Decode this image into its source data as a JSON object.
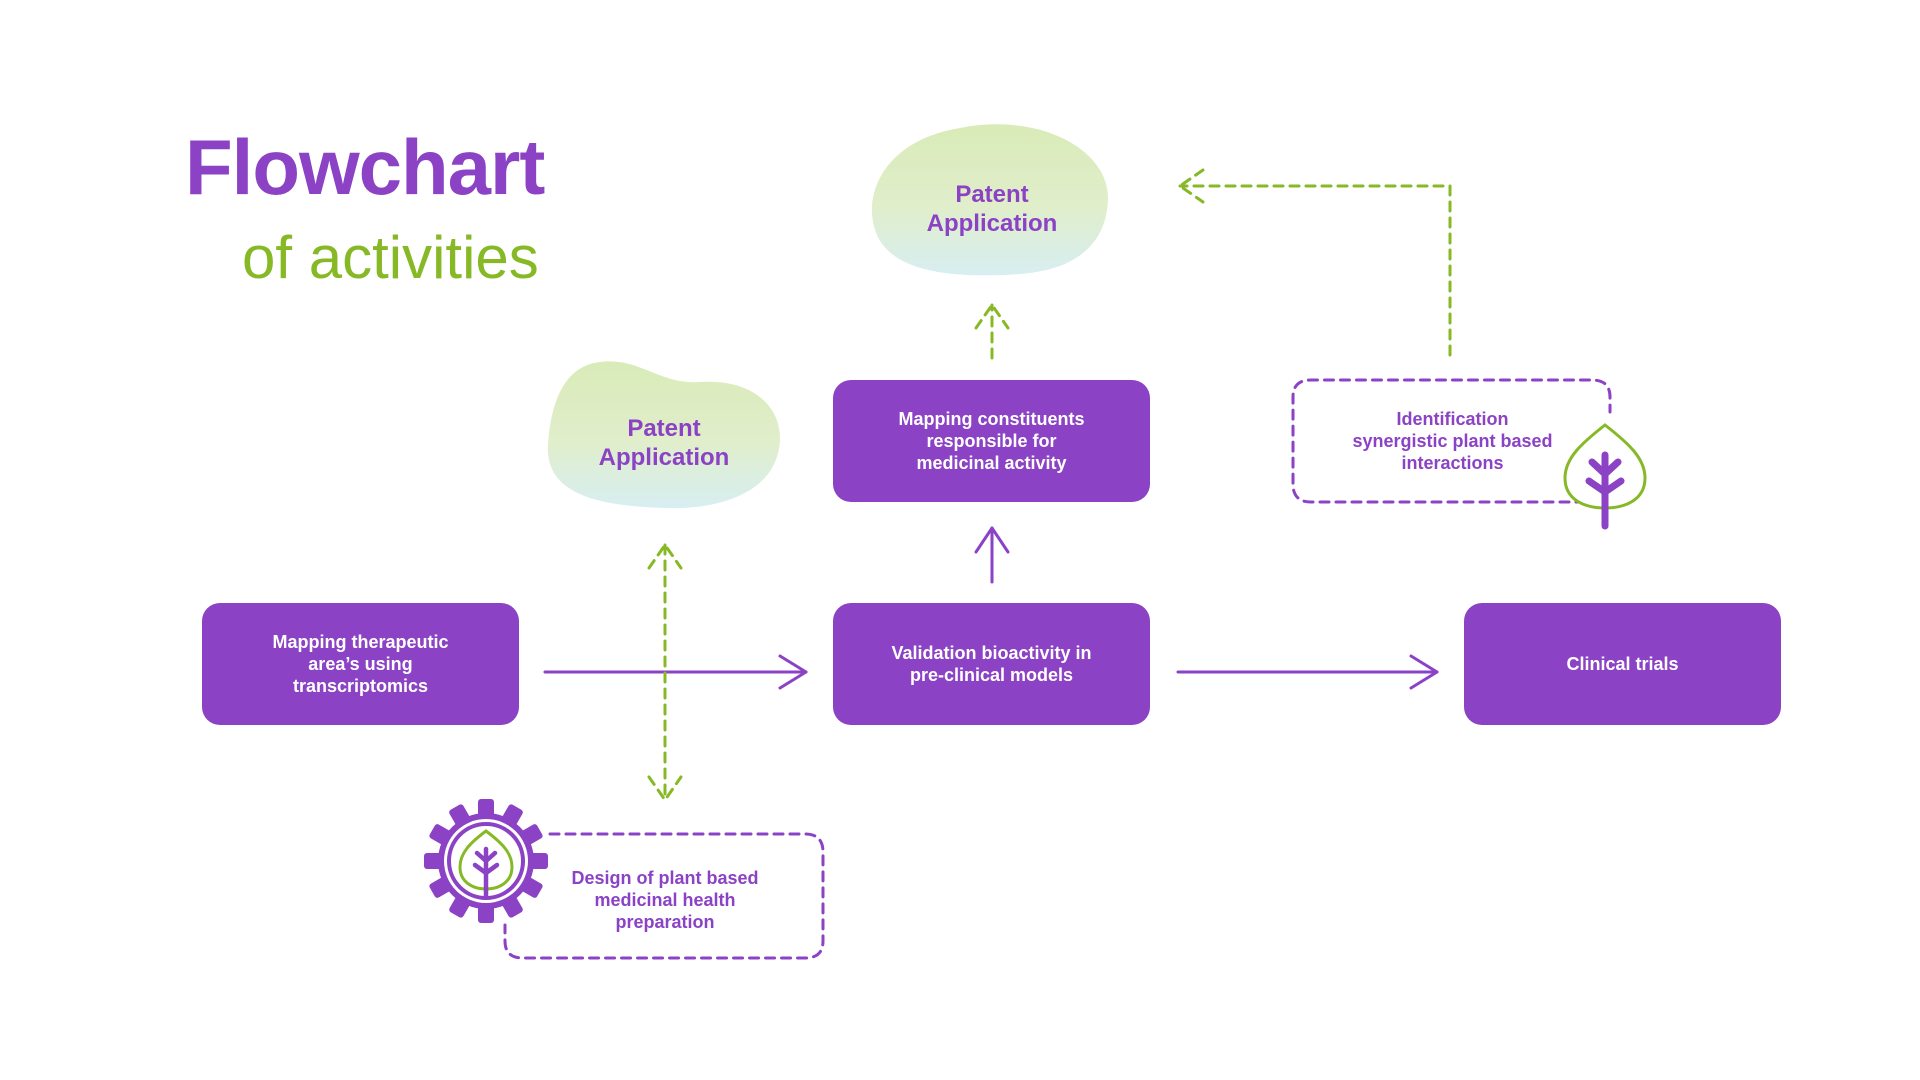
{
  "title": {
    "main": "Flowchart",
    "sub": "of activities"
  },
  "colors": {
    "purple": "#8b42c5",
    "green": "#86b925",
    "white": "#ffffff"
  },
  "boxes": {
    "mapping_therapeutic": "Mapping therapeutic\narea’s using\ntranscriptomics",
    "validation": "Validation bioactivity in\npre-clinical models",
    "clinical_trials": "Clinical trials",
    "mapping_constituents": "Mapping constituents\nresponsible for\nmedicinal activity"
  },
  "dashed_boxes": {
    "identification": "Identification\nsynergistic plant based\ninteractions",
    "design": "Design of plant based\nmedicinal health\npreparation"
  },
  "blobs": {
    "patent_top": "Patent\nApplication",
    "patent_left": "Patent\nApplication"
  },
  "icons": [
    "leaf-icon",
    "gear-leaf-icon"
  ]
}
